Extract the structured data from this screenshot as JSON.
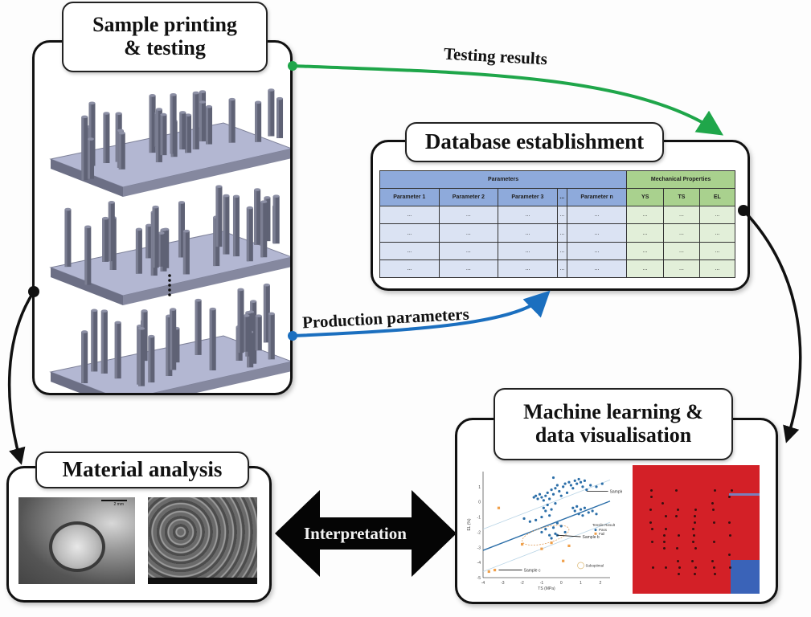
{
  "panels": {
    "sample": {
      "title_line1": "Sample printing",
      "title_line2": "& testing"
    },
    "database": {
      "title": "Database establishment"
    },
    "material": {
      "title": "Material analysis",
      "sem_scale_label": "2 mm"
    },
    "ml": {
      "title_line1": "Machine learning &",
      "title_line2": "data visualisation"
    }
  },
  "arrows": {
    "testing_results": "Testing results",
    "production_parameters": "Production parameters",
    "interpretation": "Interpretation"
  },
  "colors": {
    "testing_arrow": "#1fa64a",
    "production_arrow": "#1b6fbf",
    "params_header": "#8eaadb",
    "params_cell": "#dbe3f3",
    "mech_header": "#a9d18e",
    "mech_cell": "#e2efd9",
    "heatmap_red": "#d32027",
    "heatmap_blue": "#3a63b8"
  },
  "table": {
    "group_headers": [
      {
        "label": "Parameters",
        "span": 5
      },
      {
        "label": "Mechanical Properties",
        "span": 3
      }
    ],
    "columns": [
      "Parameter 1",
      "Parameter 2",
      "Parameter 3",
      "...",
      "Parameter n",
      "YS",
      "TS",
      "EL"
    ],
    "rows": [
      [
        "...",
        "...",
        "...",
        "...",
        "...",
        "...",
        "...",
        "..."
      ],
      [
        "...",
        "...",
        "...",
        "...",
        "...",
        "...",
        "...",
        "..."
      ],
      [
        "...",
        "...",
        "...",
        "...",
        "...",
        "...",
        "...",
        "..."
      ],
      [
        "...",
        "...",
        "...",
        "...",
        "...",
        "...",
        "...",
        "..."
      ]
    ]
  },
  "chart_data": {
    "type": "scatter",
    "title": "",
    "xlabel": "TS (MPa)",
    "ylabel": "EL (%)",
    "xlim": [
      -4,
      2.5
    ],
    "ylim": [
      -5,
      2
    ],
    "xticks": [
      -4,
      -3,
      -2,
      -1,
      0,
      1,
      2
    ],
    "yticks": [
      -5,
      -4,
      -3,
      -2,
      -1,
      0,
      1
    ],
    "legend": {
      "title": "Tensile Result",
      "position": "right",
      "entries": [
        "Pass",
        "Fail"
      ]
    },
    "series": [
      {
        "name": "Pass",
        "color": "#2b6ea8",
        "points": [
          [
            -1.9,
            -1.1
          ],
          [
            -1.6,
            -1.3
          ],
          [
            -1.3,
            -1.2
          ],
          [
            -1.0,
            -1.0
          ],
          [
            -0.8,
            -0.6
          ],
          [
            -0.6,
            -0.9
          ],
          [
            -1.4,
            0.3
          ],
          [
            -1.3,
            0.4
          ],
          [
            -1.2,
            0.2
          ],
          [
            -1.1,
            0.5
          ],
          [
            -1.0,
            0.3
          ],
          [
            -0.9,
            0.1
          ],
          [
            -0.8,
            0.4
          ],
          [
            -0.7,
            0.6
          ],
          [
            -0.6,
            0.2
          ],
          [
            -0.5,
            0.8
          ],
          [
            -0.4,
            0.5
          ],
          [
            -0.3,
            0.9
          ],
          [
            -0.2,
            1.1
          ],
          [
            -0.1,
            0.7
          ],
          [
            0.0,
            0.4
          ],
          [
            0.1,
            1.0
          ],
          [
            0.2,
            1.2
          ],
          [
            0.3,
            0.6
          ],
          [
            0.4,
            1.3
          ],
          [
            0.5,
            1.1
          ],
          [
            0.6,
            0.9
          ],
          [
            0.7,
            1.4
          ],
          [
            0.8,
            1.2
          ],
          [
            0.9,
            1.5
          ],
          [
            1.0,
            1.3
          ],
          [
            1.1,
            1.0
          ],
          [
            1.2,
            1.4
          ],
          [
            1.3,
            0.8
          ],
          [
            1.5,
            1.1
          ],
          [
            1.8,
            1.0
          ],
          [
            2.1,
            1.2
          ],
          [
            -0.4,
            1.6
          ],
          [
            0.6,
            -0.4
          ],
          [
            0.7,
            -0.6
          ],
          [
            0.8,
            -0.3
          ],
          [
            0.9,
            -0.8
          ],
          [
            1.0,
            -0.5
          ],
          [
            1.1,
            -0.9
          ],
          [
            1.2,
            -0.4
          ],
          [
            1.4,
            -0.7
          ],
          [
            1.6,
            -0.6
          ],
          [
            1.8,
            -0.8
          ],
          [
            -0.9,
            -0.4
          ],
          [
            -0.7,
            -0.2
          ],
          [
            -0.5,
            -0.5
          ],
          [
            -0.3,
            -0.1
          ],
          [
            -0.2,
            -1.4
          ],
          [
            -0.4,
            -1.7
          ],
          [
            -0.8,
            -1.8
          ],
          [
            -1.0,
            -2.0
          ],
          [
            -0.6,
            -2.2
          ],
          [
            -0.5,
            -2.4
          ],
          [
            -0.3,
            -2.1
          ],
          [
            -0.2,
            -2.2
          ],
          [
            0.0,
            -1.6
          ],
          [
            0.2,
            -2.0
          ]
        ]
      },
      {
        "name": "Fail",
        "color": "#f0a04b",
        "points": [
          [
            -3.2,
            -0.4
          ],
          [
            -2.0,
            -2.8
          ],
          [
            -1.0,
            -3.1
          ],
          [
            -0.5,
            -2.7
          ],
          [
            0.4,
            -2.9
          ],
          [
            0.1,
            -3.9
          ],
          [
            -3.7,
            -4.6
          ],
          [
            -3.4,
            -4.5
          ]
        ]
      }
    ],
    "regression": {
      "slope": 0.5,
      "intercept": 0.7,
      "band": 1.4
    },
    "annotations": [
      "Sample a",
      "Sample b",
      "Sample c",
      "Suboptimal"
    ]
  }
}
